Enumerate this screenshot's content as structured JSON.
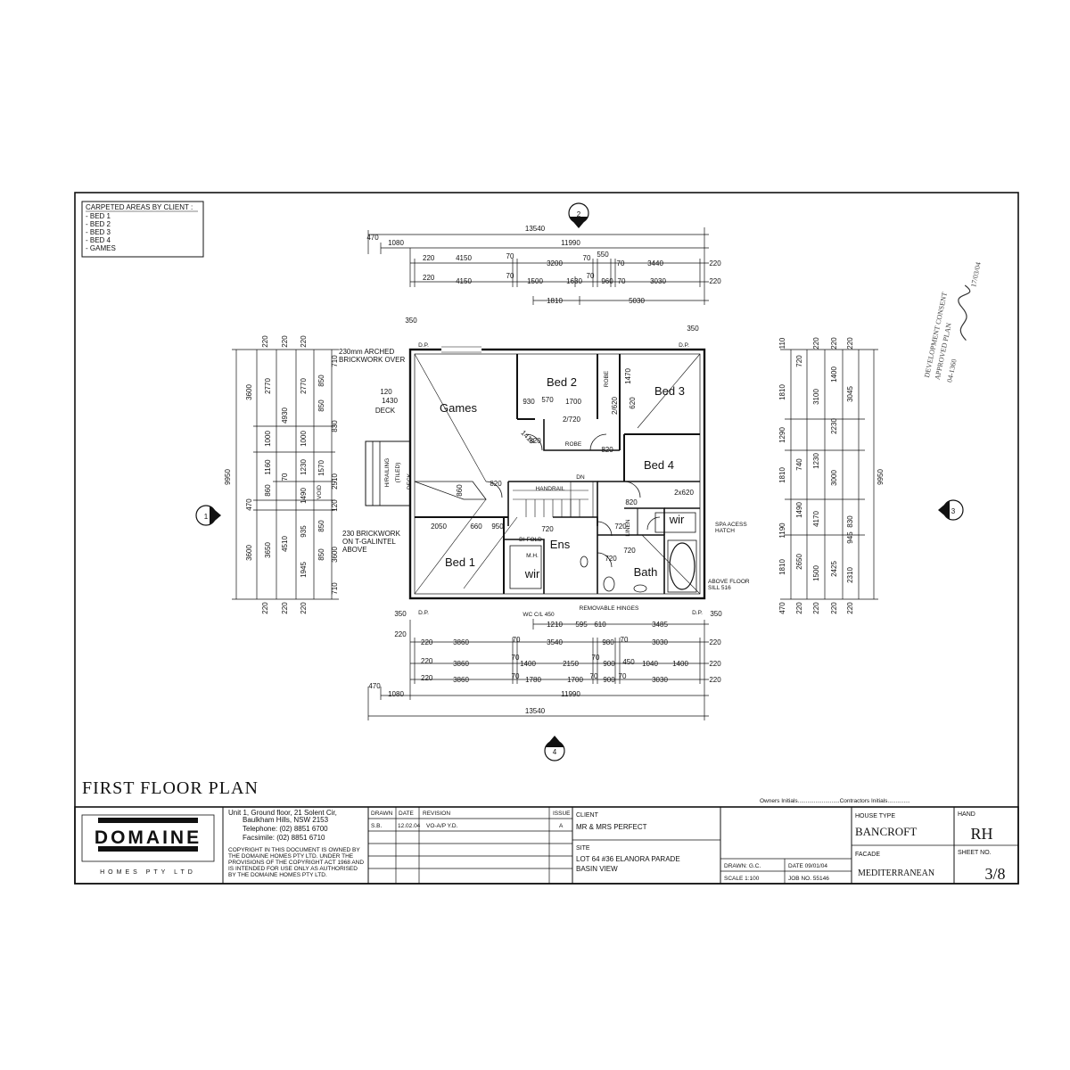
{
  "legend": {
    "title": "CARPETED AREAS BY CLIENT :",
    "items": [
      "- BED 1",
      "- BED 2",
      "- BED 3",
      "- BED 4",
      "- GAMES"
    ]
  },
  "grid_markers": [
    "1",
    "2",
    "3",
    "4"
  ],
  "rooms": {
    "games": "Games",
    "bed1": "Bed 1",
    "bed2": "Bed 2",
    "bed3": "Bed 3",
    "bed4": "Bed 4",
    "bath": "Bath",
    "ens": "Ens",
    "wir1": "wir",
    "wir2": "wir",
    "robe1": "ROBE",
    "robe2": "ROBE"
  },
  "annotations": {
    "arched": [
      "230mm ARCHED",
      "BRICKWORK OVER"
    ],
    "deck": "DECK",
    "brickwork": [
      "230 BRICKWORK",
      "ON T-GALINTEL",
      "ABOVE"
    ],
    "spa": [
      "SPA ACESS",
      "HATCH"
    ],
    "floor_sill": [
      "ABOVE FLOOR",
      "SILL 516"
    ],
    "handrail": "HANDRAIL",
    "removable": "REMOVABLE HINGES",
    "bifold": "BI-FOLD",
    "wc": "WC C/L 450",
    "dn": "DN",
    "dp": "D.P.",
    "railing": "H/RAILING",
    "tiled": "(TILED)",
    "void": "VOID",
    "linen": "LINEN",
    "mh": "M.H."
  },
  "dims": {
    "top": {
      "overall": "13540",
      "inner": "11990",
      "left_offset": "470",
      "row1_first": "1080",
      "row2": [
        "220",
        "4150",
        "70",
        "3200",
        "70",
        "550",
        "70",
        "3440",
        "220"
      ],
      "row3": [
        "220",
        "4150",
        "70",
        "1500",
        "1630",
        "70",
        "960",
        "70",
        "3030",
        "220"
      ],
      "row4": [
        "1810",
        "5030"
      ],
      "side_350": "350"
    },
    "bottom": {
      "row1": [
        "220",
        "3860",
        "70",
        "3540",
        "980",
        "70",
        "3030",
        "220"
      ],
      "row2": [
        "220",
        "3860",
        "70",
        "1400",
        "2150",
        "70",
        "900",
        "450",
        "1040",
        "1400",
        "220"
      ],
      "row3": [
        "220",
        "3860",
        "70",
        "1780",
        "1700",
        "70",
        "900",
        "70",
        "3030",
        "220"
      ],
      "top_row": [
        "1210",
        "595",
        "610",
        "3485"
      ],
      "overall": "13540",
      "inner": "11990",
      "left_offset": "470",
      "first": "1080",
      "side_350": "350",
      "side_220": "220"
    },
    "left_cols": {
      "c1": [
        "220",
        "3600",
        "470",
        "3600",
        "220"
      ],
      "c2": [
        "220",
        "2770",
        "1000",
        "1160",
        "860",
        "3650",
        "220"
      ],
      "c3": [
        "220",
        "4930",
        "70",
        "4510",
        "220"
      ],
      "c4": [
        "220",
        "2770",
        "1000",
        "1230",
        "1490",
        "935",
        "1945",
        "220"
      ],
      "c5": [
        "850",
        "850",
        "1570",
        "850",
        "850"
      ],
      "c6": [
        "710",
        "830",
        "2510",
        "120",
        "3600",
        "710"
      ],
      "overall": "9950"
    },
    "right_cols": {
      "c1": [
        "110",
        "1810",
        "1290",
        "1810",
        "1190",
        "1810",
        "470"
      ],
      "c2": [
        "720",
        "740",
        "1490",
        "2650",
        "220"
      ],
      "c3": [
        "220",
        "3100",
        "1230",
        "4170",
        "1500",
        "220"
      ],
      "c4": [
        "220",
        "1400",
        "2230",
        "3000",
        "2425",
        "220"
      ],
      "c5": [
        "220",
        "3045",
        "830",
        "945",
        "2310",
        "220"
      ],
      "overall": "9950"
    },
    "internal": {
      "deck_120": "120",
      "deck_1430": "1430",
      "d930": "930",
      "d570": "570",
      "d1700": "1700",
      "d2_720": "2/720",
      "d2_620": "2/620",
      "d620": "620",
      "d1470": "1470",
      "d820a": "820",
      "d820b": "820",
      "d820c": "820",
      "d820d": "820",
      "d820e": "820",
      "d2x620": "2x620",
      "d860": "860",
      "d2050": "2050",
      "d660": "660",
      "d950": "950",
      "d720a": "720",
      "d720b": "720",
      "d720c": "720",
      "d720d": "720",
      "d1419": "1419"
    }
  },
  "title": "FIRST FLOOR PLAN",
  "initials": "Owners Initials..........................Contractors Initials..............",
  "title_block": {
    "logo": "DOMAINE",
    "logo_sub": "HOMES PTY LTD",
    "address": [
      "Unit 1, Ground floor, 21 Solent Cir,",
      "Baulkham Hills, NSW 2153",
      "Telephone: (02) 8851 6700",
      "Facsimile: (02) 8851 6710"
    ],
    "copyright": [
      "COPYRIGHT IN THIS DOCUMENT IS OWNED BY",
      "THE DOMAINE HOMES PTY LTD. UNDER THE",
      "PROVISIONS OF THE COPYRIGHT ACT 1968 AND",
      "IS INTENDED FOR USE ONLY AS AUTHORISED",
      "BY THE DOMAINE HOMES PTY LTD."
    ],
    "rev_headers": [
      "DRAWN",
      "DATE",
      "REVISION",
      "ISSUE"
    ],
    "rev_row": [
      "S.B.",
      "12.02.04",
      "VO-A/P Y.D.",
      "A"
    ],
    "client_label": "CLIENT",
    "client": "MR & MRS PERFECT",
    "site_label": "SITE",
    "site": [
      "LOT 64 #36 ELANORA PARADE",
      "BASIN VIEW"
    ],
    "drawn": "DRAWN: G.C.",
    "date": "DATE 09/01/04",
    "scale": "SCALE 1:100",
    "job": "JOB NO. 55146",
    "house_type_label": "HOUSE TYPE",
    "house_type": "BANCROFT",
    "facade_label": "FACADE",
    "facade": "MEDITERRANEAN",
    "hand_label": "HAND",
    "hand": "RH",
    "sheet_label": "SHEET NO.",
    "sheet": "3/8"
  }
}
